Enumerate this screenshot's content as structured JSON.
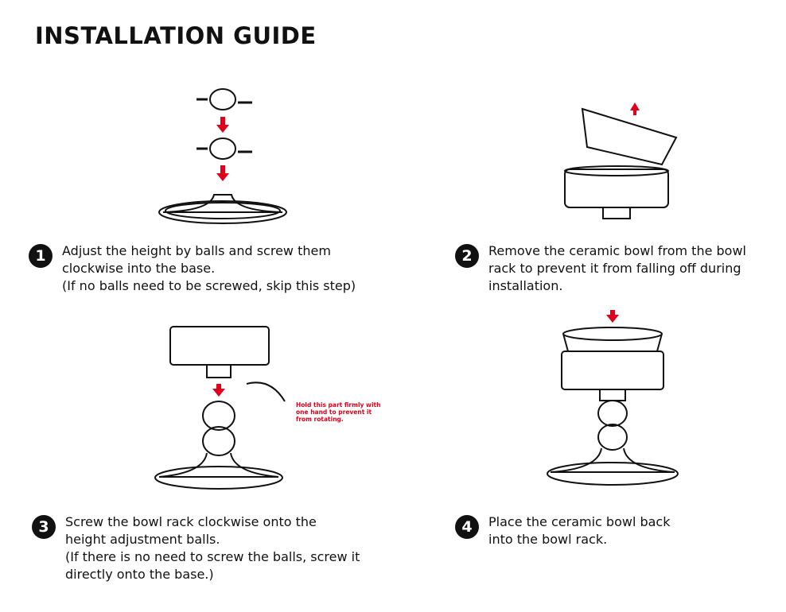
{
  "title": "INSTALLATION GUIDE",
  "steps": [
    {
      "number": "1",
      "lines": [
        "Adjust the height by balls and screw them",
        "clockwise into the base.",
        "(If no balls need to be screwed, skip this step)"
      ]
    },
    {
      "number": "2",
      "lines": [
        "Remove the ceramic bowl from the bowl",
        "rack to prevent it from falling off during",
        "installation."
      ]
    },
    {
      "number": "3",
      "lines": [
        "Screw the bowl rack clockwise onto the",
        "height adjustment balls.",
        "(If there is no need to screw the balls, screw it",
        "directly onto the base.)"
      ]
    },
    {
      "number": "4",
      "lines": [
        "Place the ceramic bowl back",
        "into the bowl rack."
      ]
    }
  ],
  "note": [
    "Hold this part firmly with",
    "one hand to prevent it",
    "from rotating."
  ],
  "colors": {
    "accent": "#e0001b",
    "ink": "#111111"
  }
}
